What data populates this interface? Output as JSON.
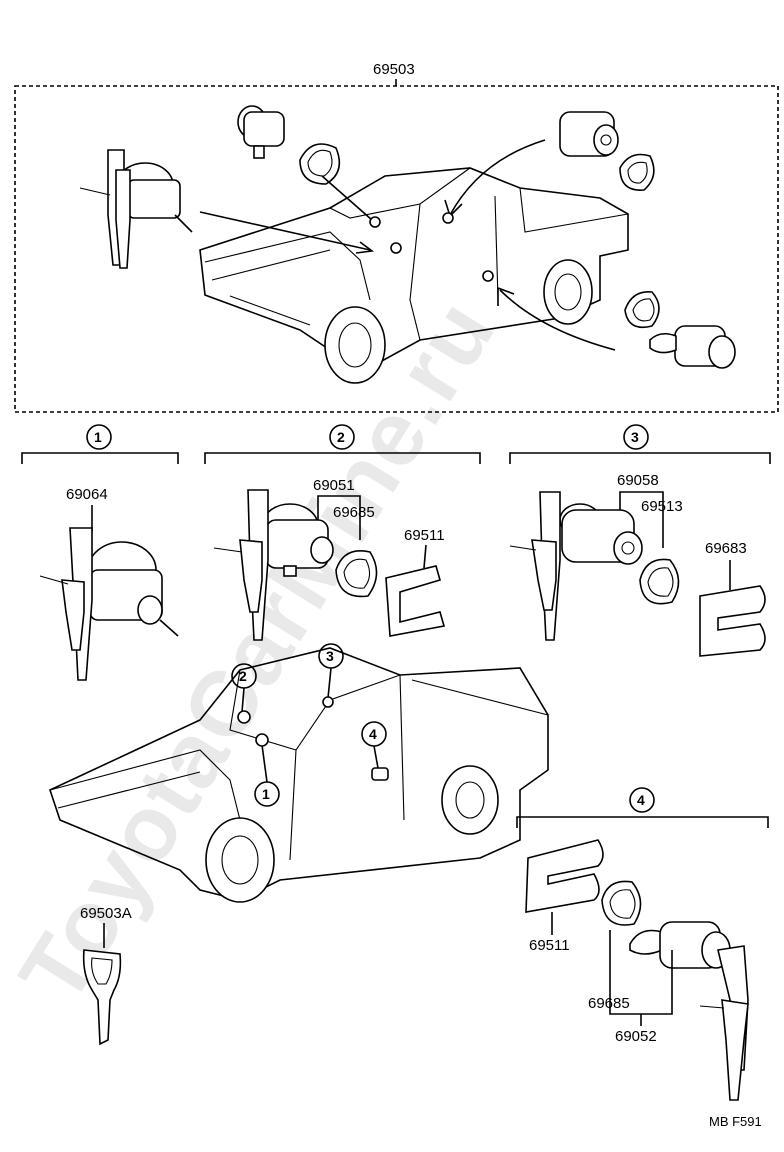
{
  "watermark": "ToyotaCarMine.ru",
  "footer": "MB F591",
  "assembly": {
    "label": "69503"
  },
  "sections": [
    {
      "num": "1",
      "parts": [
        "69064"
      ]
    },
    {
      "num": "2",
      "parts": [
        "69051",
        "69685",
        "69511"
      ]
    },
    {
      "num": "3",
      "parts": [
        "69058",
        "69513",
        "69683"
      ]
    },
    {
      "num": "4",
      "parts": [
        "69511",
        "69685",
        "69052"
      ]
    }
  ],
  "key_blank": "69503A",
  "truck_callouts": [
    "1",
    "2",
    "3",
    "4"
  ],
  "icons": [
    "ignition-lock-icon",
    "door-lock-cylinder-icon",
    "gasket-ring-icon",
    "retainer-clip-icon",
    "key-icon",
    "pickup-truck-icon"
  ]
}
